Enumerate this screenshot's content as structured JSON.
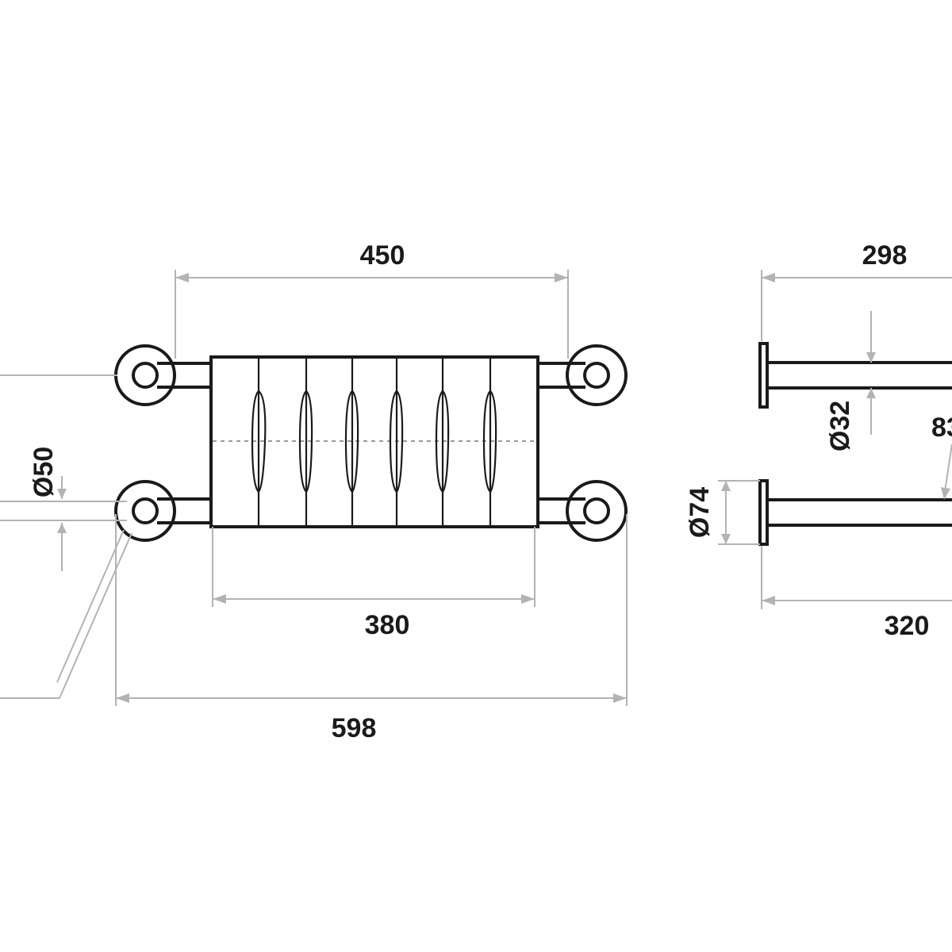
{
  "dimensions": {
    "top_width": "450",
    "inner_width": "380",
    "overall_width": "598",
    "pipe_diameter": "Ø50",
    "side_depth_top": "298",
    "side_depth_bottom": "320",
    "rail_diameter": "Ø32",
    "flange_diameter": "Ø74",
    "side_partial": "83"
  },
  "colors": {
    "line": "#1a1a1a",
    "dimension_line": "#b3b3b3",
    "background": "#ffffff"
  }
}
